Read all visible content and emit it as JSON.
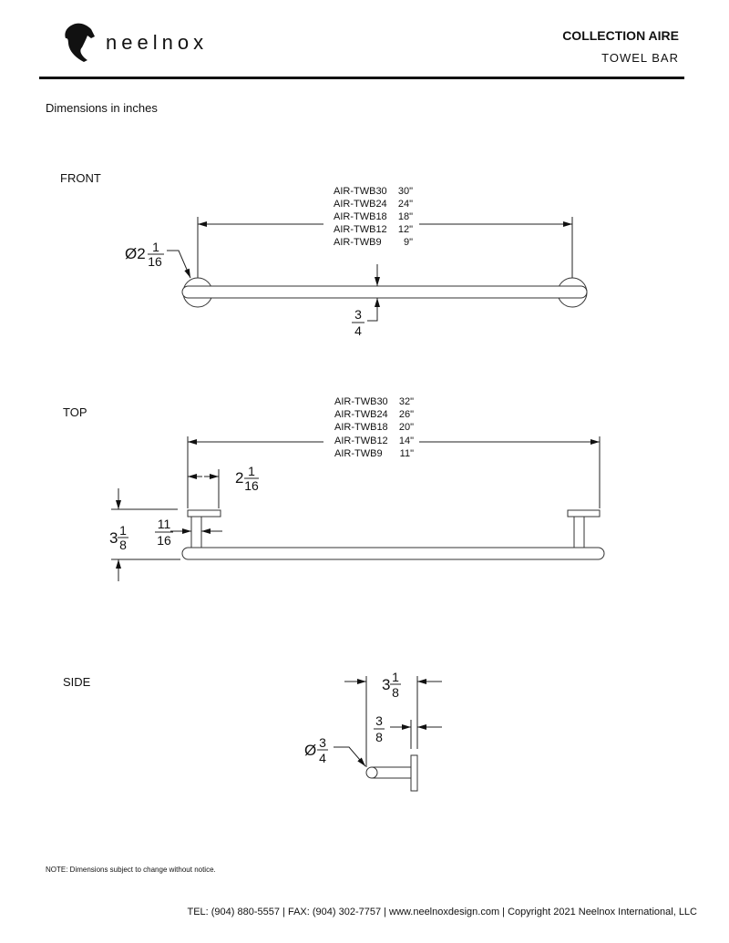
{
  "header": {
    "brand": "neelnox",
    "logo_icon": "horse-head-icon",
    "collection": "COLLECTION AIRE",
    "product": "TOWEL BAR"
  },
  "units_note": "Dimensions in inches",
  "front": {
    "label": "FRONT",
    "models": [
      {
        "model": "AIR-TWB30",
        "length": "30\""
      },
      {
        "model": "AIR-TWB24",
        "length": "24\""
      },
      {
        "model": "AIR-TWB18",
        "length": "18\""
      },
      {
        "model": "AIR-TWB12",
        "length": "12\""
      },
      {
        "model": "AIR-TWB9",
        "length": "9\""
      }
    ],
    "flange_diameter": {
      "prefix": "Ø2",
      "num": "1",
      "den": "16"
    },
    "bar_diameter": {
      "num": "3",
      "den": "4"
    }
  },
  "top": {
    "label": "TOP",
    "models": [
      {
        "model": "AIR-TWB30",
        "length": "32\""
      },
      {
        "model": "AIR-TWB24",
        "length": "26\""
      },
      {
        "model": "AIR-TWB18",
        "length": "20\""
      },
      {
        "model": "AIR-TWB12",
        "length": "14\""
      },
      {
        "model": "AIR-TWB9",
        "length": "11\""
      }
    ],
    "flange_width": {
      "whole": "2",
      "num": "1",
      "den": "16"
    },
    "projection": {
      "whole": "3",
      "num": "1",
      "den": "8"
    },
    "post_diameter": {
      "num": "11",
      "den": "16"
    }
  },
  "side": {
    "label": "SIDE",
    "projection": {
      "whole": "3",
      "num": "1",
      "den": "8"
    },
    "flange_thickness": {
      "num": "3",
      "den": "8"
    },
    "bar_diameter": {
      "prefix": "Ø",
      "num": "3",
      "den": "4"
    }
  },
  "note": "NOTE: Dimensions subject to change without notice.",
  "footer": "TEL: (904) 880-5557 | FAX: (904) 302-7757 | www.neelnoxdesign.com | Copyright 2021 Neelnox International, LLC"
}
